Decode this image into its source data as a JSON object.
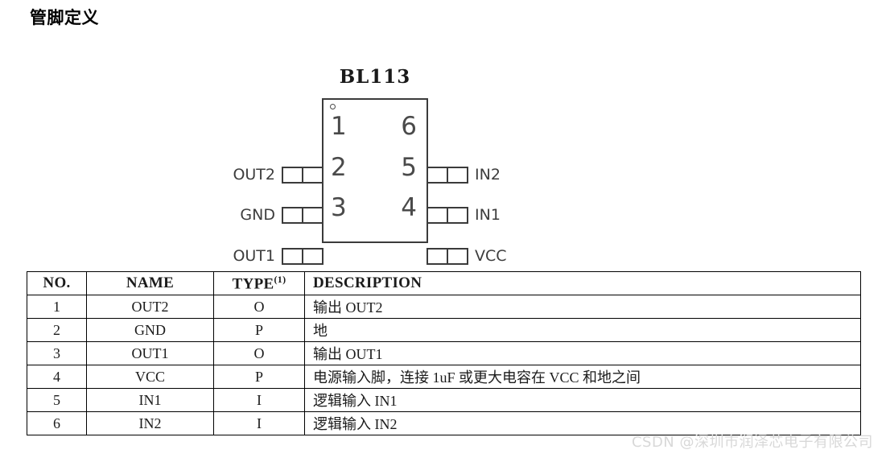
{
  "page": {
    "title": "管脚定义"
  },
  "diagram": {
    "chip_name": "BL113",
    "pin1_marker": "pin1-dot",
    "left_pins": [
      {
        "number": "1",
        "label": "OUT2"
      },
      {
        "number": "2",
        "label": "GND"
      },
      {
        "number": "3",
        "label": "OUT1"
      }
    ],
    "right_pins": [
      {
        "number": "6",
        "label": "IN2"
      },
      {
        "number": "5",
        "label": "IN1"
      },
      {
        "number": "4",
        "label": "VCC"
      }
    ]
  },
  "table": {
    "headers": {
      "no": "NO.",
      "name": "NAME",
      "type": "TYPE",
      "type_superscript": "(1)",
      "description": "DESCRIPTION"
    },
    "rows": [
      {
        "no": "1",
        "name": "OUT2",
        "type": "O",
        "description": "输出 OUT2"
      },
      {
        "no": "2",
        "name": "GND",
        "type": "P",
        "description": "地"
      },
      {
        "no": "3",
        "name": "OUT1",
        "type": "O",
        "description": "输出 OUT1"
      },
      {
        "no": "4",
        "name": "VCC",
        "type": "P",
        "description": "电源输入脚，连接 1uF 或更大电容在 VCC 和地之间"
      },
      {
        "no": "5",
        "name": "IN1",
        "type": "I",
        "description": "逻辑输入 IN1"
      },
      {
        "no": "6",
        "name": "IN2",
        "type": "I",
        "description": "逻辑输入 IN2"
      }
    ]
  },
  "watermark": {
    "text": "CSDN @深圳市润泽芯电子有限公司"
  },
  "colors": {
    "outline": "#3b3b3b",
    "pin_number": "#4a4a4a",
    "pin_label": "#3d3d3d",
    "table_border": "#000000",
    "watermark": "#d8d8d8"
  }
}
